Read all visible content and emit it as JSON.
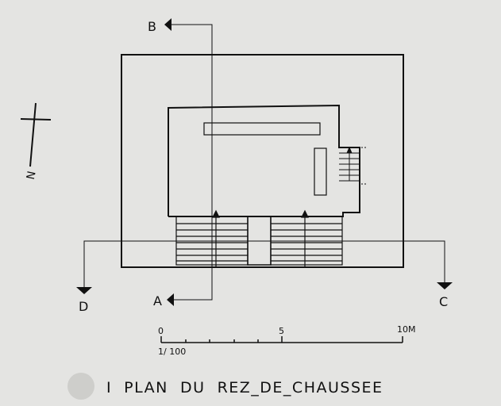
{
  "section_labels": {
    "a": "A",
    "b": "B",
    "c": "C",
    "d": "D"
  },
  "north_label": "N",
  "scale_bar": {
    "ticks": [
      "0",
      "5",
      "10M"
    ],
    "ratio": "1/ 100"
  },
  "caption": "I  PLAN  DU  REZ_DE_CHAUSSEE",
  "colors": {
    "ink": "#111111",
    "paper": "#e4e4e2",
    "stamp": "#c8c8c6"
  }
}
